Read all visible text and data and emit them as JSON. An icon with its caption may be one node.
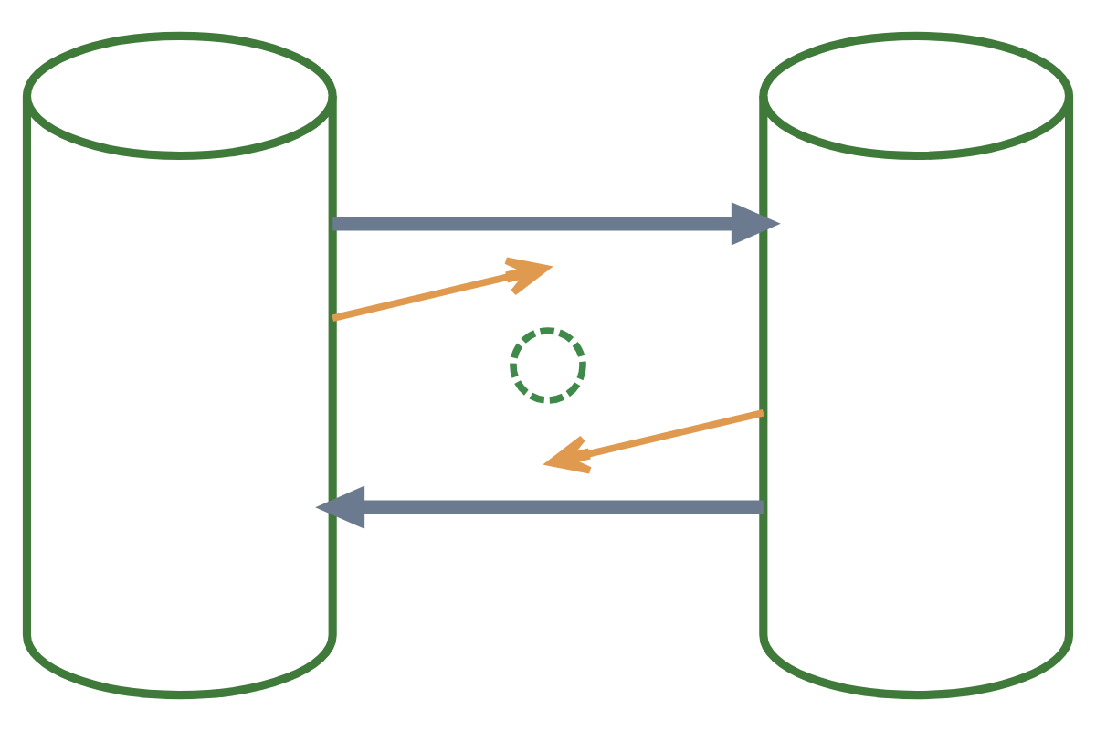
{
  "diagram": {
    "nodes": [
      {
        "text": [],
        "shape": "cylinder"
      },
      {
        "text": [],
        "shape": "cylinder"
      },
      {
        "text": [],
        "shape": "circle"
      }
    ],
    "edges": [
      {
        "from": 0,
        "to": 1,
        "arrow": "to",
        "style": "thick",
        "color": "#6b7a8f"
      },
      {
        "from": 0,
        "to": null,
        "arrow": "to",
        "color": "#e09a50"
      },
      {
        "from": 1,
        "to": null,
        "arrow": "to",
        "color": "#e09a50"
      },
      {
        "from": 1,
        "to": 0,
        "arrow": "to",
        "style": "thick",
        "color": "#6b7a8f"
      }
    ]
  }
}
